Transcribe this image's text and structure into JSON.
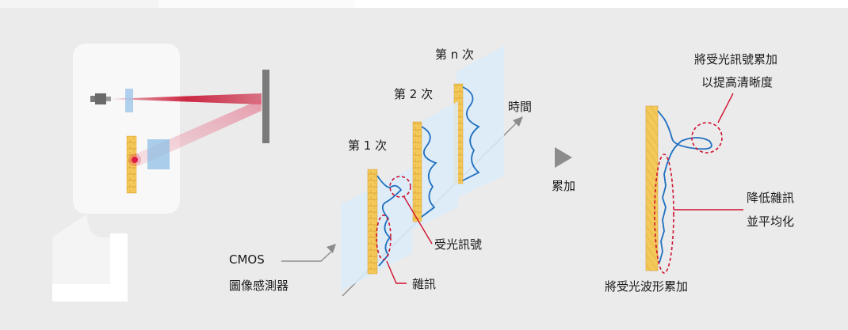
{
  "colors": {
    "panel_bg": "#ebebeb",
    "sensor_body": "#f7f7f7",
    "laser_red": "#c8102e",
    "plane_blue": "#dcecfa",
    "cmos_yellow": "#f3c95a",
    "wave_blue": "#1f6fbf",
    "callout_red": "#d1102e",
    "wall_gray": "#7a7a7a",
    "axis_gray": "#8c8c8c"
  },
  "icons": [
    "laser-emitter-icon",
    "play-arrow-icon"
  ],
  "labels": {
    "frame_1": "第 1 次",
    "frame_2": "第 2 次",
    "frame_n": "第 n 次",
    "time_axis": "時間",
    "received_signal": "受光訊號",
    "noise": "雜訊",
    "cmos_line1": "CMOS",
    "cmos_line2": "圖像感測器",
    "accumulate": "累加",
    "accumulate_note_line1": "將受光訊號累加",
    "accumulate_note_line2": "以提高清晰度",
    "reduce_noise_line1": "降低雜訊",
    "reduce_noise_line2": "並平均化",
    "caption": "將受光波形累加"
  }
}
